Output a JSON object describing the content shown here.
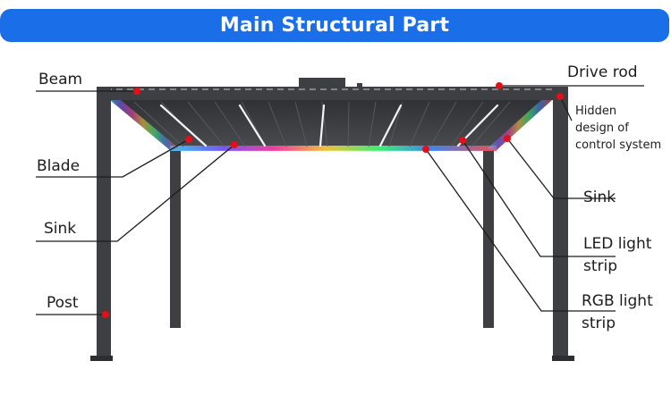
{
  "header": {
    "title": "Main Structural Part"
  },
  "labels": {
    "beam": "Beam",
    "blade": "Blade",
    "sink_left": "Sink",
    "post": "Post",
    "drive_rod": "Drive rod",
    "hidden_control_line1": "Hidden",
    "hidden_control_line2": "design of",
    "hidden_control_line3": "control system",
    "sink_right": "Sink",
    "led_line1": "LED light",
    "led_line2": "strip",
    "rgb_line1": "RGB light",
    "rgb_line2": "strip"
  },
  "colors": {
    "banner": "#1a6fe8",
    "frame": "#3d3f42",
    "marker": "#e3101a",
    "leader": "#1c1c1c"
  }
}
